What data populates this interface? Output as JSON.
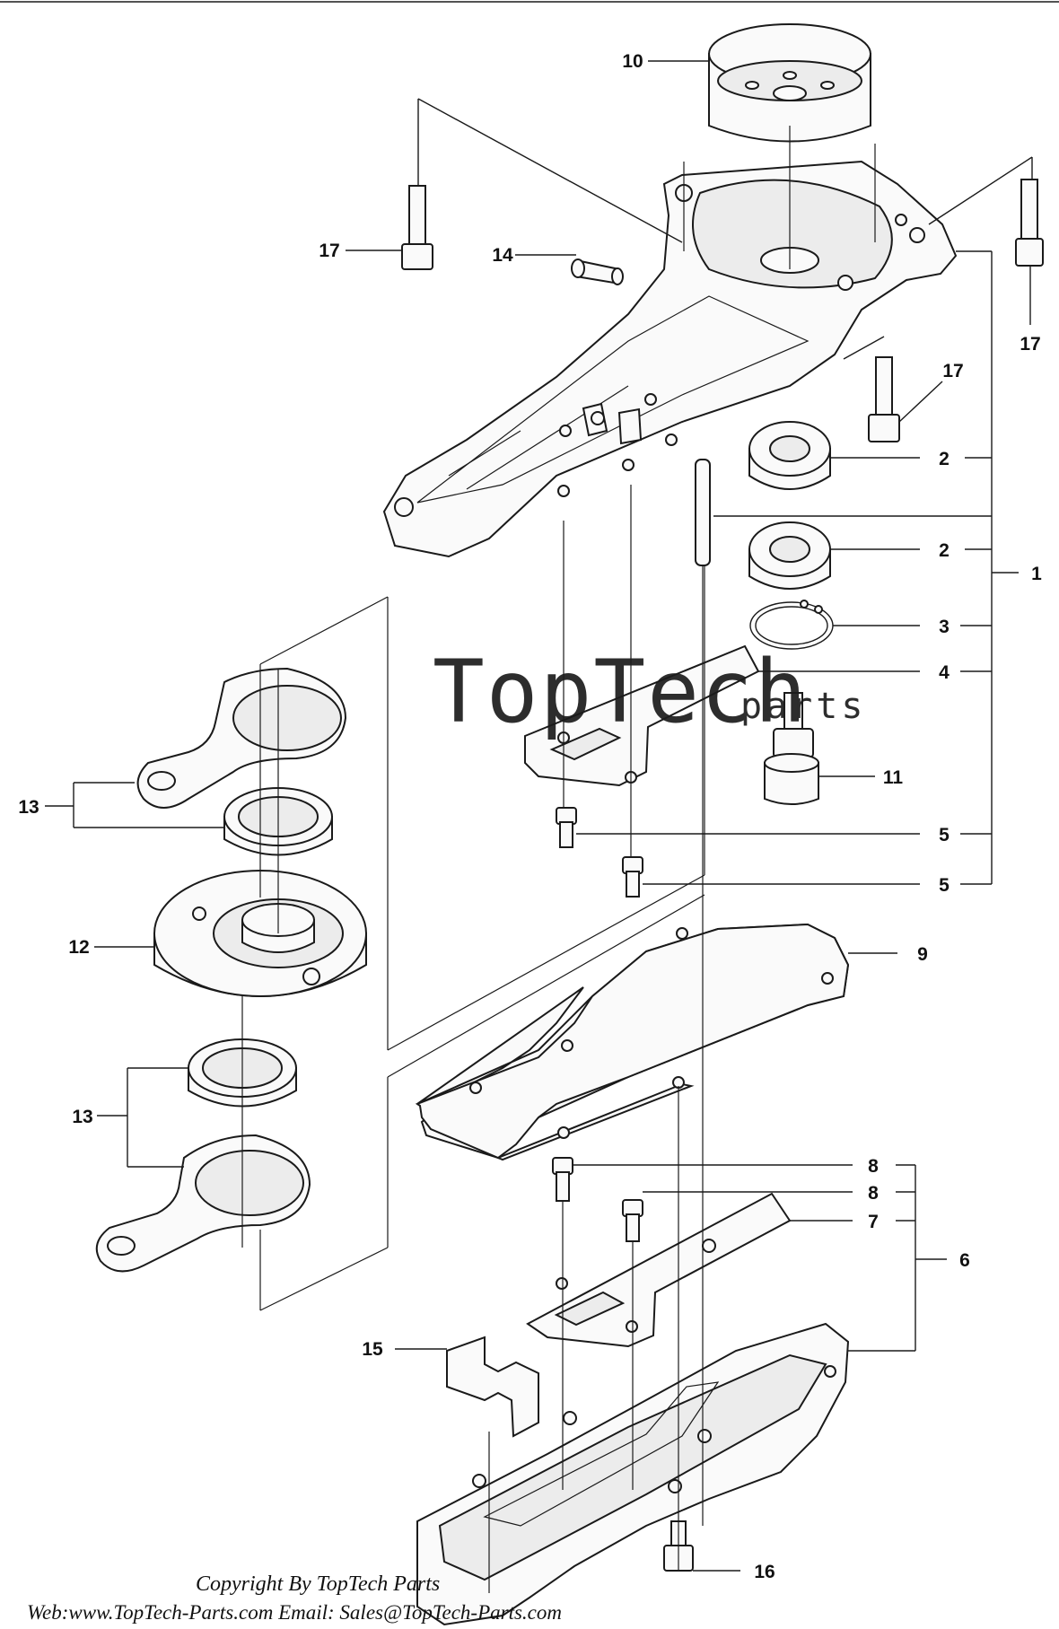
{
  "diagram": {
    "callouts": [
      {
        "id": "c10",
        "text": "10"
      },
      {
        "id": "c17a",
        "text": "17"
      },
      {
        "id": "c14",
        "text": "14"
      },
      {
        "id": "c17b",
        "text": "17"
      },
      {
        "id": "c17c",
        "text": "17"
      },
      {
        "id": "c2a",
        "text": "2"
      },
      {
        "id": "c2b",
        "text": "2"
      },
      {
        "id": "c1",
        "text": "1"
      },
      {
        "id": "c3",
        "text": "3"
      },
      {
        "id": "c4",
        "text": "4"
      },
      {
        "id": "c11",
        "text": "11"
      },
      {
        "id": "c13a",
        "text": "13"
      },
      {
        "id": "c5a",
        "text": "5"
      },
      {
        "id": "c5b",
        "text": "5"
      },
      {
        "id": "c12",
        "text": "12"
      },
      {
        "id": "c9",
        "text": "9"
      },
      {
        "id": "c13b",
        "text": "13"
      },
      {
        "id": "c8a",
        "text": "8"
      },
      {
        "id": "c8b",
        "text": "8"
      },
      {
        "id": "c7",
        "text": "7"
      },
      {
        "id": "c6",
        "text": "6"
      },
      {
        "id": "c15",
        "text": "15"
      },
      {
        "id": "c16",
        "text": "16"
      }
    ]
  },
  "watermark": {
    "main": "TopTech",
    "sub": "parts"
  },
  "footer": {
    "copyright": "Copyright By TopTech Parts",
    "web": "Web:www.TopTech-Parts.com  Email: Sales@TopTech-Parts.com"
  },
  "colors": {
    "ink": "#1a1a1a",
    "paper": "#ffffff"
  }
}
